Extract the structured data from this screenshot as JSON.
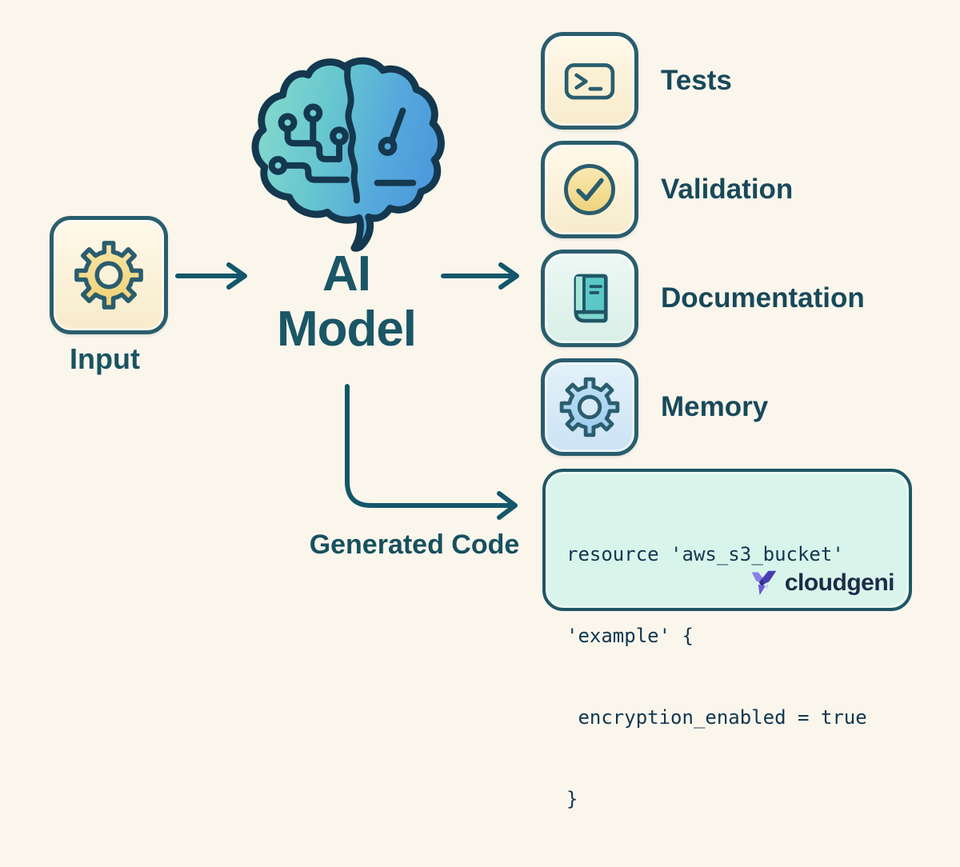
{
  "diagram": {
    "input": {
      "label": "Input",
      "icon": "gear-icon"
    },
    "model": {
      "title_line1": "AI",
      "title_line2": "Model",
      "icon": "circuit-brain-icon"
    },
    "outputs": [
      {
        "label": "Tests",
        "icon": "terminal-icon"
      },
      {
        "label": "Validation",
        "icon": "check-circle-icon"
      },
      {
        "label": "Documentation",
        "icon": "book-icon"
      },
      {
        "label": "Memory",
        "icon": "gear-icon"
      }
    ],
    "generated_code": {
      "label": "Generated Code",
      "code_lines": [
        "resource 'aws_s3_bucket'",
        "'example' {",
        " encryption_enabled = true",
        "}"
      ]
    },
    "brand": {
      "name": "cloudgeni",
      "icon": "cloudgeni-logo"
    },
    "colors": {
      "background": "#FAF6EC",
      "ink": "#17505F",
      "outline": "#2A5D6E",
      "cream_fill": "#F9EFD6",
      "mint_fill": "#E3F4EF",
      "blue_fill": "#D9EBF7",
      "code_fill": "#D9F4EB",
      "accent_yellow": "#F5DD92",
      "accent_teal": "#5FC9C6",
      "accent_blue": "#AED6EF",
      "brain_teal": "#85DBCB",
      "brain_blue": "#4E9BDB",
      "brand_purple": "#5B4AC8"
    }
  }
}
